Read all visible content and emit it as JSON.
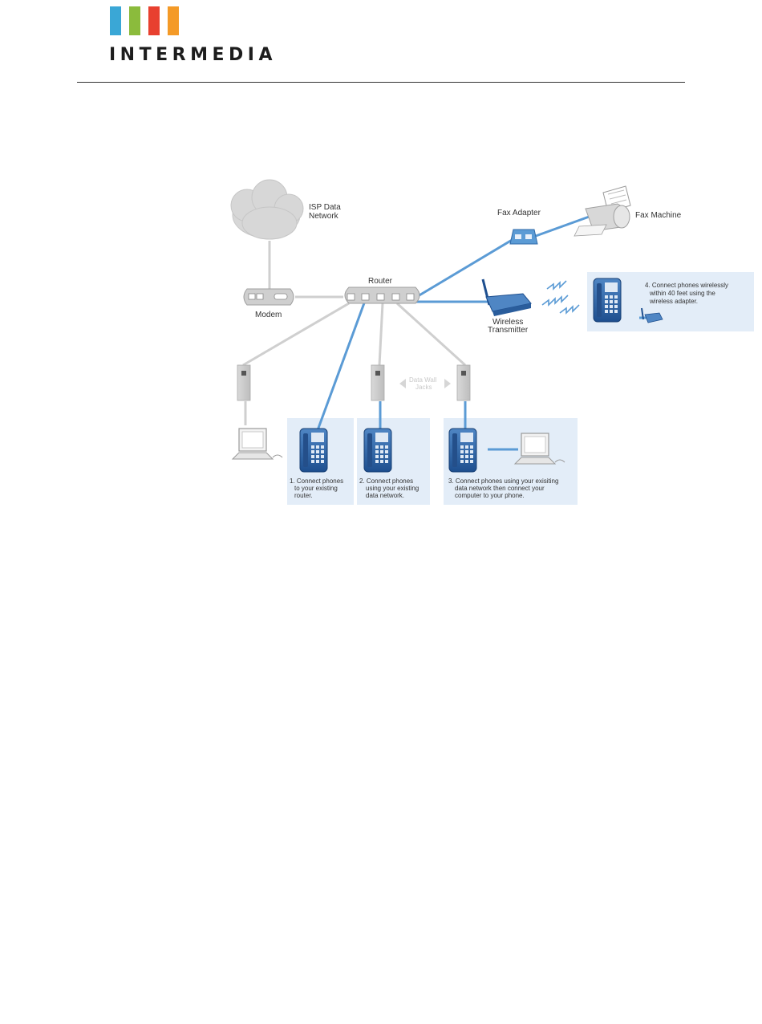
{
  "header": {
    "brand": "INTERMEDIA",
    "logo_colors": [
      "#3aa7d6",
      "#8bbb3c",
      "#e8402f",
      "#f49a27"
    ]
  },
  "diagram": {
    "cloud_label_line1": "ISP Data",
    "cloud_label_line2": "Network",
    "modem_label": "Modem",
    "router_label": "Router",
    "fax_adapter_label": "Fax Adapter",
    "fax_machine_label": "Fax Machine",
    "wireless_label_line1": "Wireless",
    "wireless_label_line2": "Transmitter",
    "wall_jacks_line1": "Data Wall",
    "wall_jacks_line2": "Jacks",
    "note1": [
      "1. Connect phones",
      "to your existing",
      "router."
    ],
    "note2": [
      "2. Connect phones",
      "using your existing",
      "data network."
    ],
    "note3": [
      "3. Connect phones using your exisiting",
      "data network then connect your",
      "computer to your phone."
    ],
    "note4": [
      "4. Connect phones wirelessly",
      "within 40 feet using the",
      "wireless adapter."
    ],
    "colors": {
      "blue_line": "#5b9bd5",
      "grey_line": "#c8c8c8",
      "panel_bg": "#e3edf8"
    }
  }
}
